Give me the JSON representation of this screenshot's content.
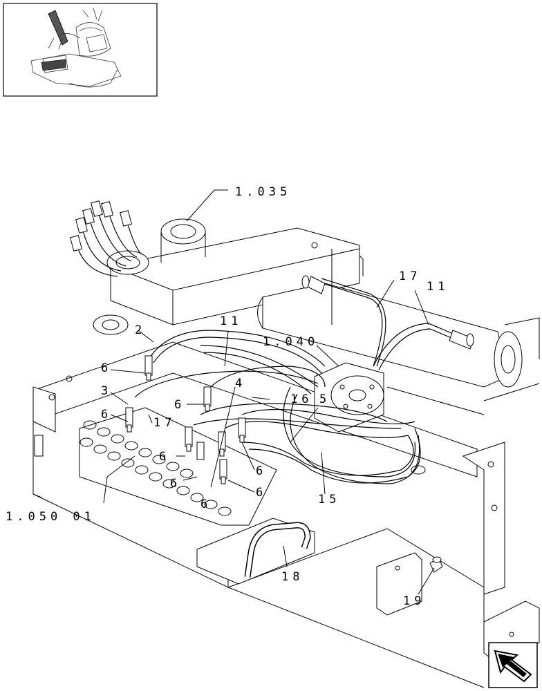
{
  "callouts": {
    "c_1035": "1.035",
    "c_17_top": "17",
    "c_11_right": "11",
    "c_11_mid": "11",
    "c_1040": "1.040",
    "c_2": "2",
    "c_6_a": "6",
    "c_3": "3",
    "c_6_b": "6",
    "c_6_c": "6",
    "c_17_mid": "17",
    "c_4": "4",
    "c_16": "16",
    "c_5": "5",
    "c_6_d": "6",
    "c_6_e": "6",
    "c_6_f": "6",
    "c_6_g": "6",
    "c_6_h": "6",
    "c_15": "15",
    "c_1050_01": "1.050 01",
    "c_18": "18",
    "c_19": "19"
  },
  "icons": {
    "thumbnail": "machine-overview-thumbnail",
    "navigation": "arrow-navigation-icon"
  }
}
